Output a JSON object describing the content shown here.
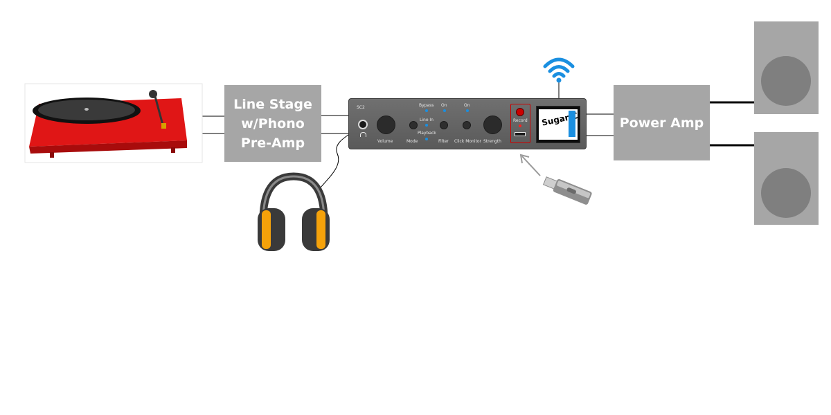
{
  "blocks": {
    "line_stage": "Line Stage w/Phono Pre-Amp",
    "power_amp": "Power Amp"
  },
  "panel": {
    "model": "SC2",
    "volume": "Volume",
    "mode": "Mode",
    "bypass": "Bypass",
    "line_in": "Line In",
    "playback": "Playback",
    "on_filter": "On",
    "filter": "Filter",
    "on_click": "On",
    "click_monitor": "Click Monitor",
    "strength": "Strength",
    "record": "Record",
    "logo_text": "Sugar Cube"
  },
  "colors": {
    "block_gray": "#a6a6a6",
    "panel_gray": "#666666",
    "wifi_blue": "#1a8fe0",
    "record_red": "#cc0000",
    "turntable_red": "#e01616",
    "headphone_orange": "#f5a20a"
  },
  "icons": [
    "turntable",
    "headphones",
    "wifi-icon",
    "usb-stick",
    "speaker",
    "headphone-jack-icon"
  ]
}
